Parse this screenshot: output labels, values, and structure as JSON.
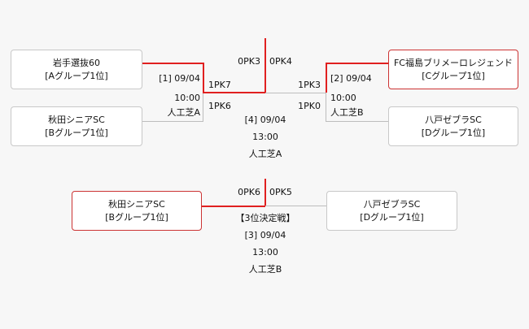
{
  "final": {
    "left_semi": {
      "top_team": {
        "name": "岩手選抜60",
        "group": "[Aグループ1位]"
      },
      "bottom_team": {
        "name": "秋田シニアSC",
        "group": "[Bグループ1位]"
      },
      "info": {
        "match": "[1] 09/04",
        "time": "10:00",
        "venue": "人工芝A"
      },
      "score_top": "1PK7",
      "score_bottom": "1PK6"
    },
    "right_semi": {
      "top_team": {
        "name": "FC福島ブリメーロレジェンド",
        "group": "[Cグループ1位]"
      },
      "bottom_team": {
        "name": "八戸ゼブラSC",
        "group": "[Dグループ1位]"
      },
      "info": {
        "match": "[2] 09/04",
        "time": "10:00",
        "venue": "人工芝B"
      },
      "score_top": "1PK3",
      "score_bottom": "1PK0"
    },
    "final_match": {
      "score_left": "0PK3",
      "score_right": "0PK4",
      "match": "[4] 09/04",
      "time": "13:00",
      "venue": "人工芝A"
    }
  },
  "third_place": {
    "left_team": {
      "name": "秋田シニアSC",
      "group": "[Bグループ1位]"
    },
    "right_team": {
      "name": "八戸ゼブラSC",
      "group": "[Dグループ1位]"
    },
    "score_left": "0PK6",
    "score_right": "0PK5",
    "title": "【3位決定戦】",
    "match": "[3] 09/04",
    "time": "13:00",
    "venue": "人工芝B"
  },
  "colors": {
    "winner": "#e02020",
    "loser": "#bdbdbd",
    "box_border": "#c8c8c8"
  }
}
